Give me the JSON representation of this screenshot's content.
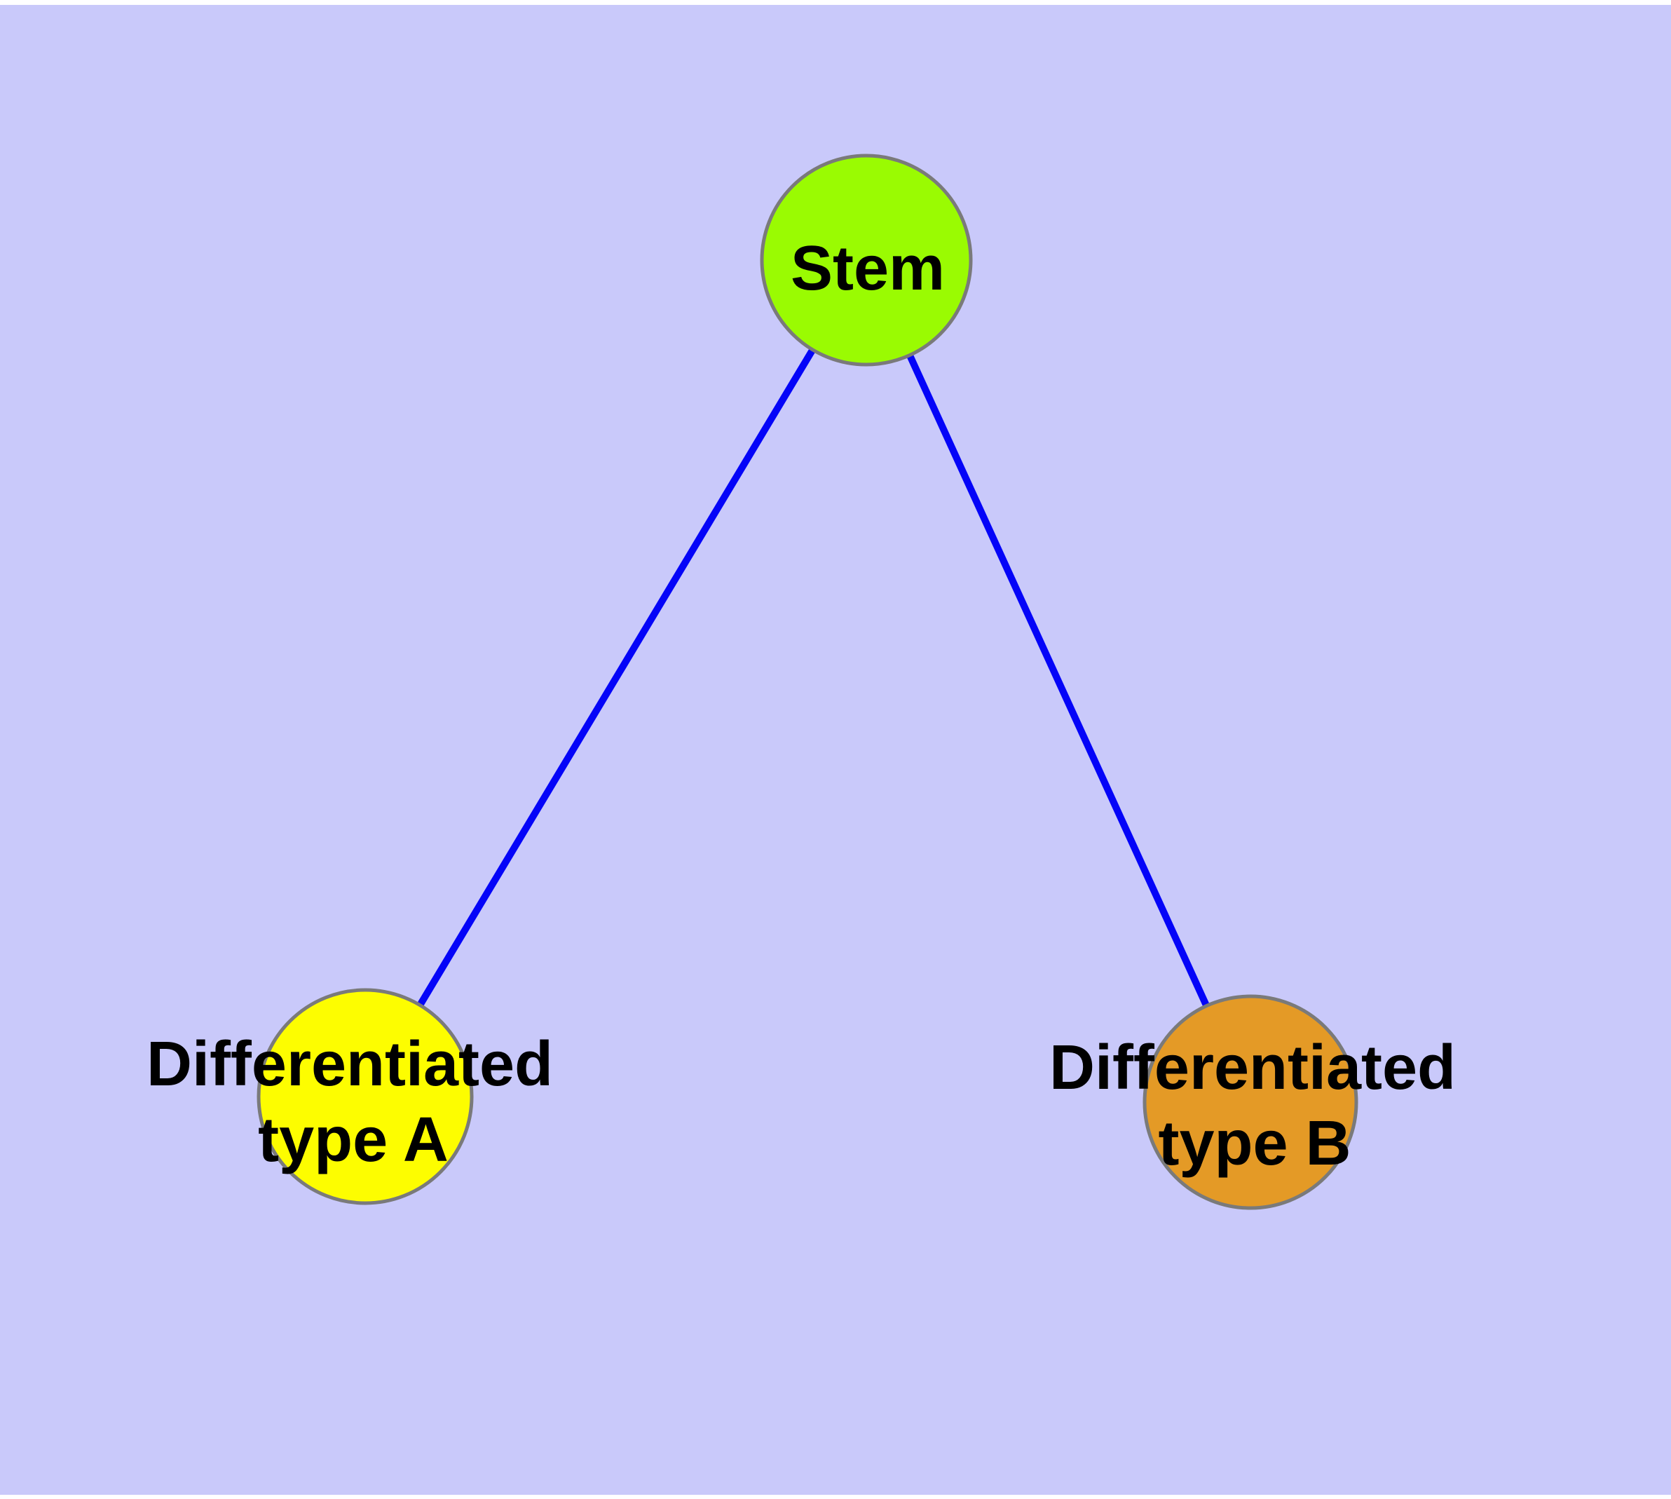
{
  "figure": {
    "type": "node-link-diagram",
    "description": "Stem cell differentiation tree: one stem node branching to two differentiated cell type nodes",
    "colors": {
      "background": "#c9c9fa",
      "page_margin": "#ffffff",
      "edge": "#0404f8",
      "node_border": "#7a7a7a",
      "text": "#000000"
    },
    "nodes": {
      "stem": {
        "label": "Stem",
        "fill": "#9afb02"
      },
      "type_a": {
        "label_line1": "Differentiated",
        "label_line2": "type A",
        "fill": "#fdfd00"
      },
      "type_b": {
        "label_line1": "Differentiated",
        "label_line2": "type B",
        "fill": "#e49a26"
      }
    },
    "edges": [
      {
        "from": "stem",
        "to": "type_a"
      },
      {
        "from": "stem",
        "to": "type_b"
      }
    ]
  }
}
